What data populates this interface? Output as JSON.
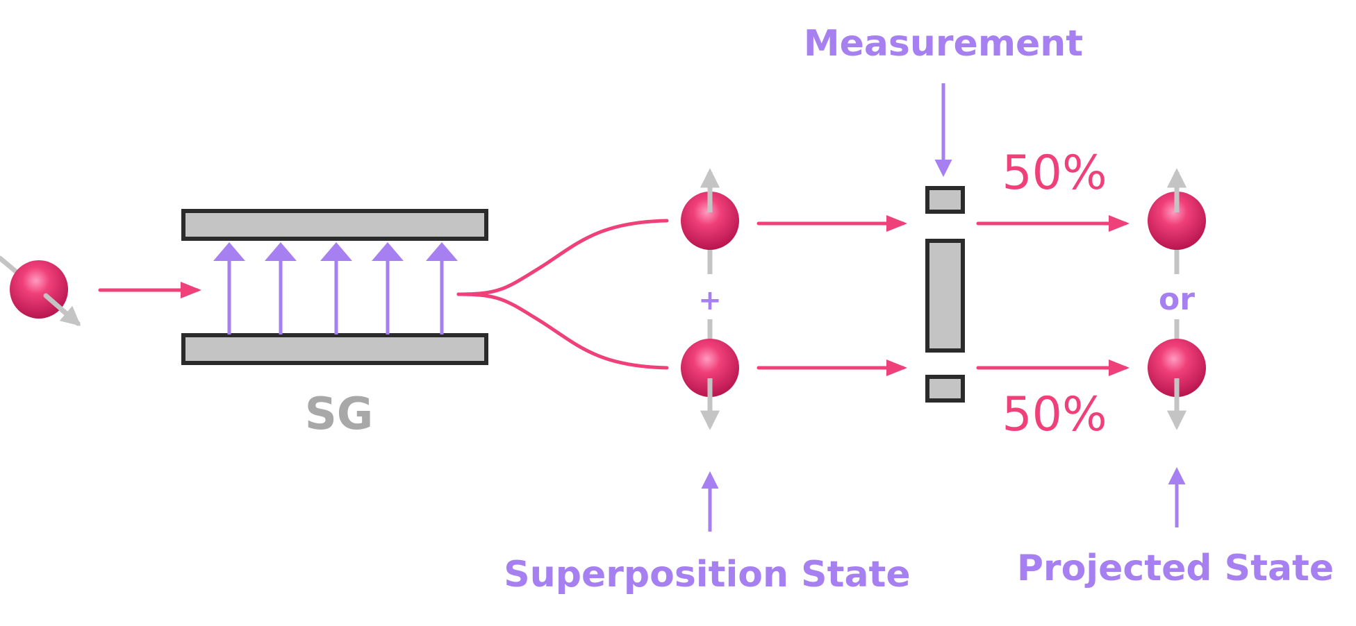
{
  "labels": {
    "measurement": "Measurement",
    "sg": "SG",
    "superposition_state": "Superposition State",
    "projected_state": "Projected State",
    "plus": "+",
    "or": "or",
    "prob_top": "50%",
    "prob_bottom": "50%"
  },
  "colors": {
    "particle": "#e8336e",
    "beam": "#f0407a",
    "field_and_labels": "#a67ff0",
    "spin_arrow": "#c4c4c4",
    "plate_fill": "#c4c4c4",
    "plate_stroke": "#2b2b2b"
  },
  "icons": {
    "field_arrow": "arrow-up-icon",
    "beam_arrow": "arrow-right-icon",
    "spin_arrow": "spin-arrow-icon",
    "pointer_arrow": "arrow-icon"
  }
}
